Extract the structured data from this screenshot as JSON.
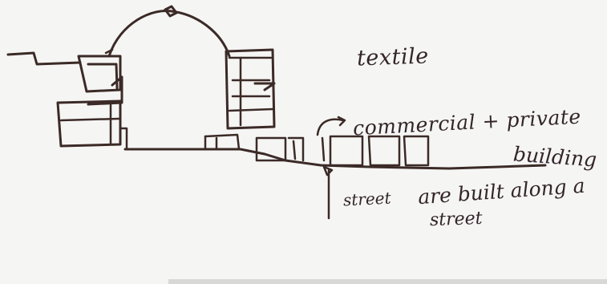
{
  "labels": {
    "textile": "textile",
    "commercial_private": "commercial + private",
    "building": "building",
    "street_marker": "street",
    "built_along": "are built along a",
    "street_word": "street"
  },
  "colors": {
    "paper": "#f5f5f4",
    "ink": "#3b2a26"
  }
}
